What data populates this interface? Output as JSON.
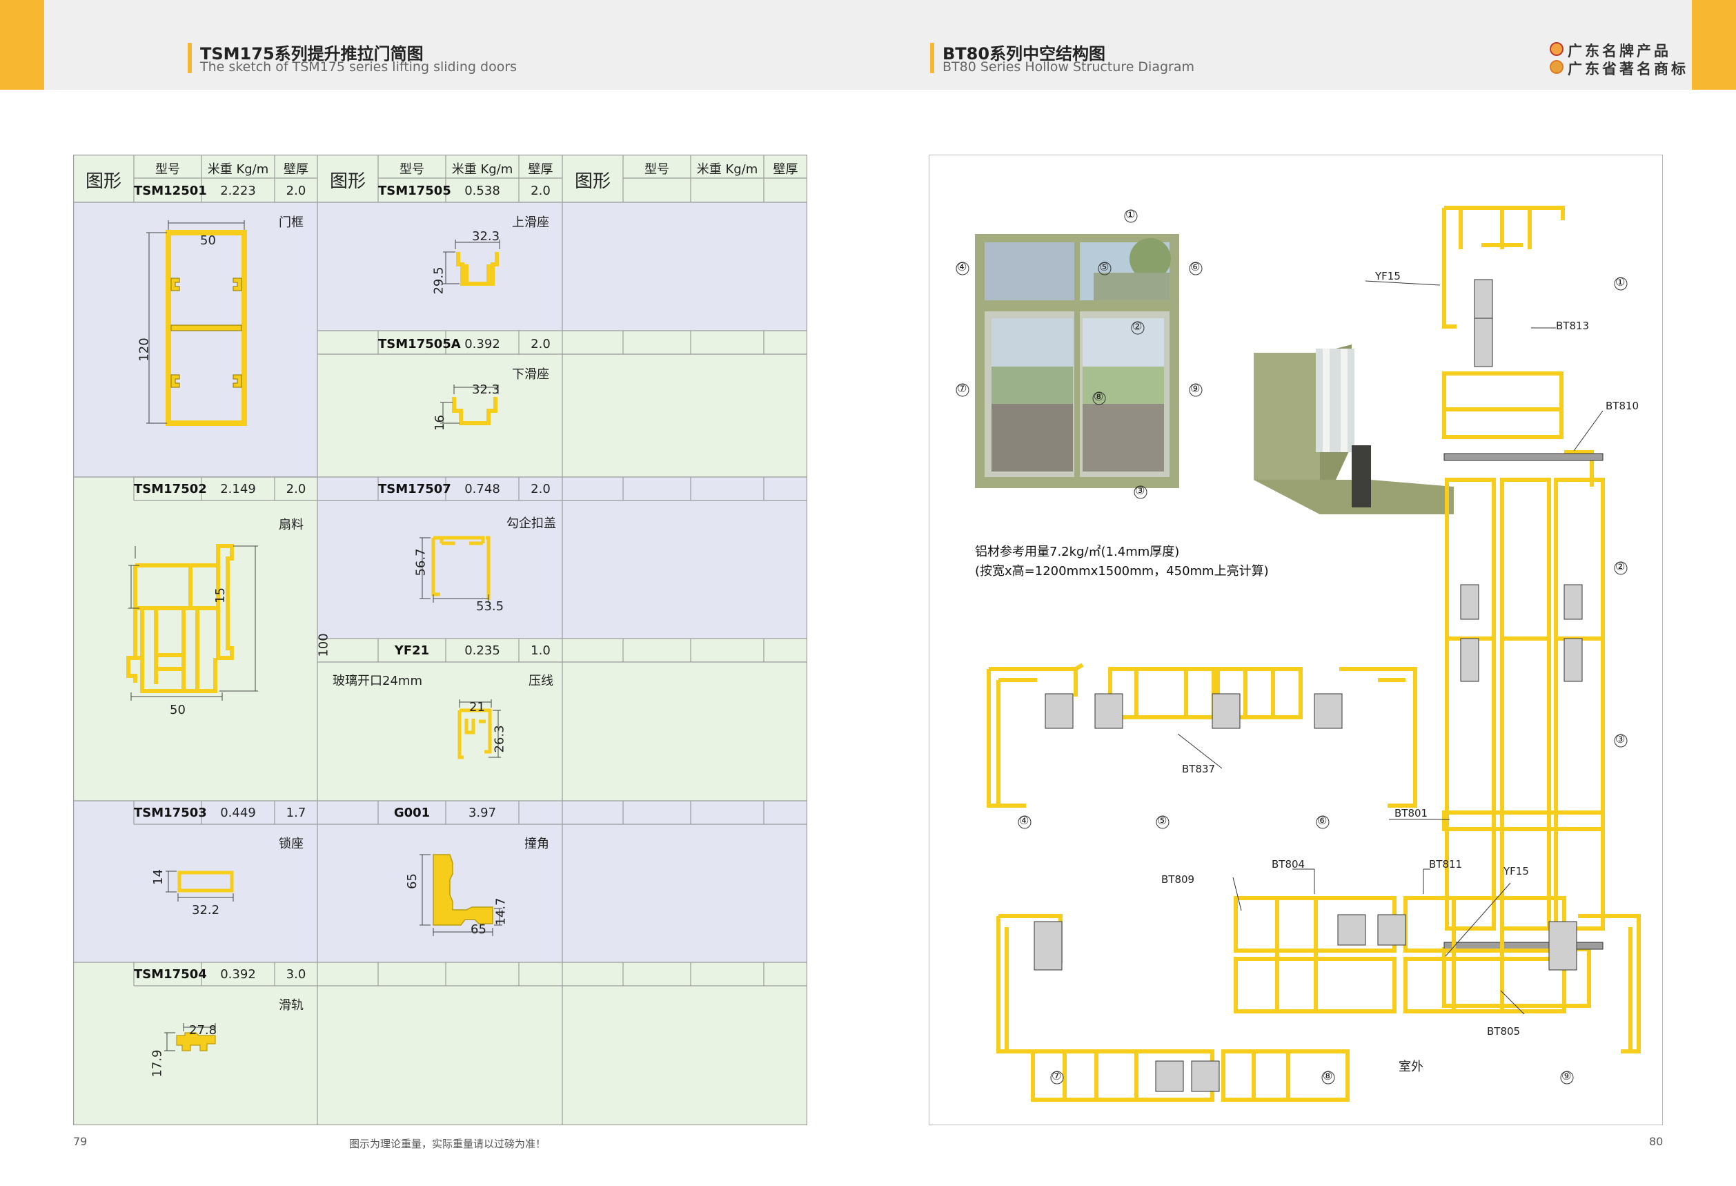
{
  "left_header": {
    "title": "TSM175系列提升推拉门简图",
    "subtitle": "The sketch of TSM175 series lifting sliding doors"
  },
  "right_header": {
    "title": "BT80系列中空结构图",
    "subtitle": "BT80 Series Hollow Structure Diagram"
  },
  "brand": {
    "line1": "广东名牌产品",
    "line2": "广东省著名商标"
  },
  "table": {
    "col_shape": "图形",
    "col_model": "型号",
    "col_weight": "米重 Kg/m",
    "col_thickness": "壁厚",
    "profiles": [
      {
        "model": "TSM12501",
        "weight": "2.223",
        "thickness": "2.0",
        "name": "门框",
        "dims": [
          "50",
          "120"
        ]
      },
      {
        "model": "TSM17505",
        "weight": "0.538",
        "thickness": "2.0",
        "name": "上滑座",
        "dims": [
          "32.3",
          "29.5"
        ]
      },
      {
        "model": "TSM17505A",
        "weight": "0.392",
        "thickness": "2.0",
        "name": "下滑座",
        "dims": [
          "32.3",
          "16"
        ]
      },
      {
        "model": "TSM17502",
        "weight": "2.149",
        "thickness": "2.0",
        "name": "扇料",
        "dims": [
          "15",
          "100",
          "50"
        ]
      },
      {
        "model": "TSM17507",
        "weight": "0.748",
        "thickness": "2.0",
        "name": "勾企扣盖",
        "dims": [
          "56.7",
          "53.5"
        ]
      },
      {
        "model": "YF21",
        "weight": "0.235",
        "thickness": "1.0",
        "name": "压线",
        "note": "玻璃开口24mm",
        "dims": [
          "21",
          "26.3"
        ]
      },
      {
        "model": "TSM17503",
        "weight": "0.449",
        "thickness": "1.7",
        "name": "锁座",
        "dims": [
          "14",
          "32.2"
        ]
      },
      {
        "model": "G001",
        "weight": "3.97",
        "thickness": "",
        "name": "撞角",
        "dims": [
          "65",
          "65",
          "14.7"
        ]
      },
      {
        "model": "TSM17504",
        "weight": "0.392",
        "thickness": "3.0",
        "name": "滑轨",
        "dims": [
          "27.8",
          "17.9"
        ]
      }
    ]
  },
  "diagram": {
    "note_line1": "铝材参考用量7.2kg/㎡(1.4mm厚度)",
    "note_line2": "(按宽x高=1200mmx1500mm，450mm上亮计算)",
    "labels": {
      "yf15_a": "YF15",
      "bt813": "BT813",
      "bt810": "BT810",
      "bt837": "BT837",
      "bt801": "BT801",
      "bt804": "BT804",
      "bt809": "BT809",
      "bt811": "BT811",
      "yf15_b": "YF15",
      "bt805": "BT805",
      "outside": "室外"
    },
    "markers": [
      "①",
      "②",
      "③",
      "④",
      "⑤",
      "⑥",
      "⑦",
      "⑧",
      "⑨"
    ]
  },
  "footer": {
    "page_left": "79",
    "page_right": "80",
    "disclaimer": "图示为理论重量，实际重量请以过磅为准！"
  },
  "colors": {
    "accent": "#f7b731",
    "profile": "#f5cd1a",
    "row_blue": "#e3e5f3",
    "row_green": "#e9f3e3",
    "frame_green": "#a3ac7e"
  }
}
